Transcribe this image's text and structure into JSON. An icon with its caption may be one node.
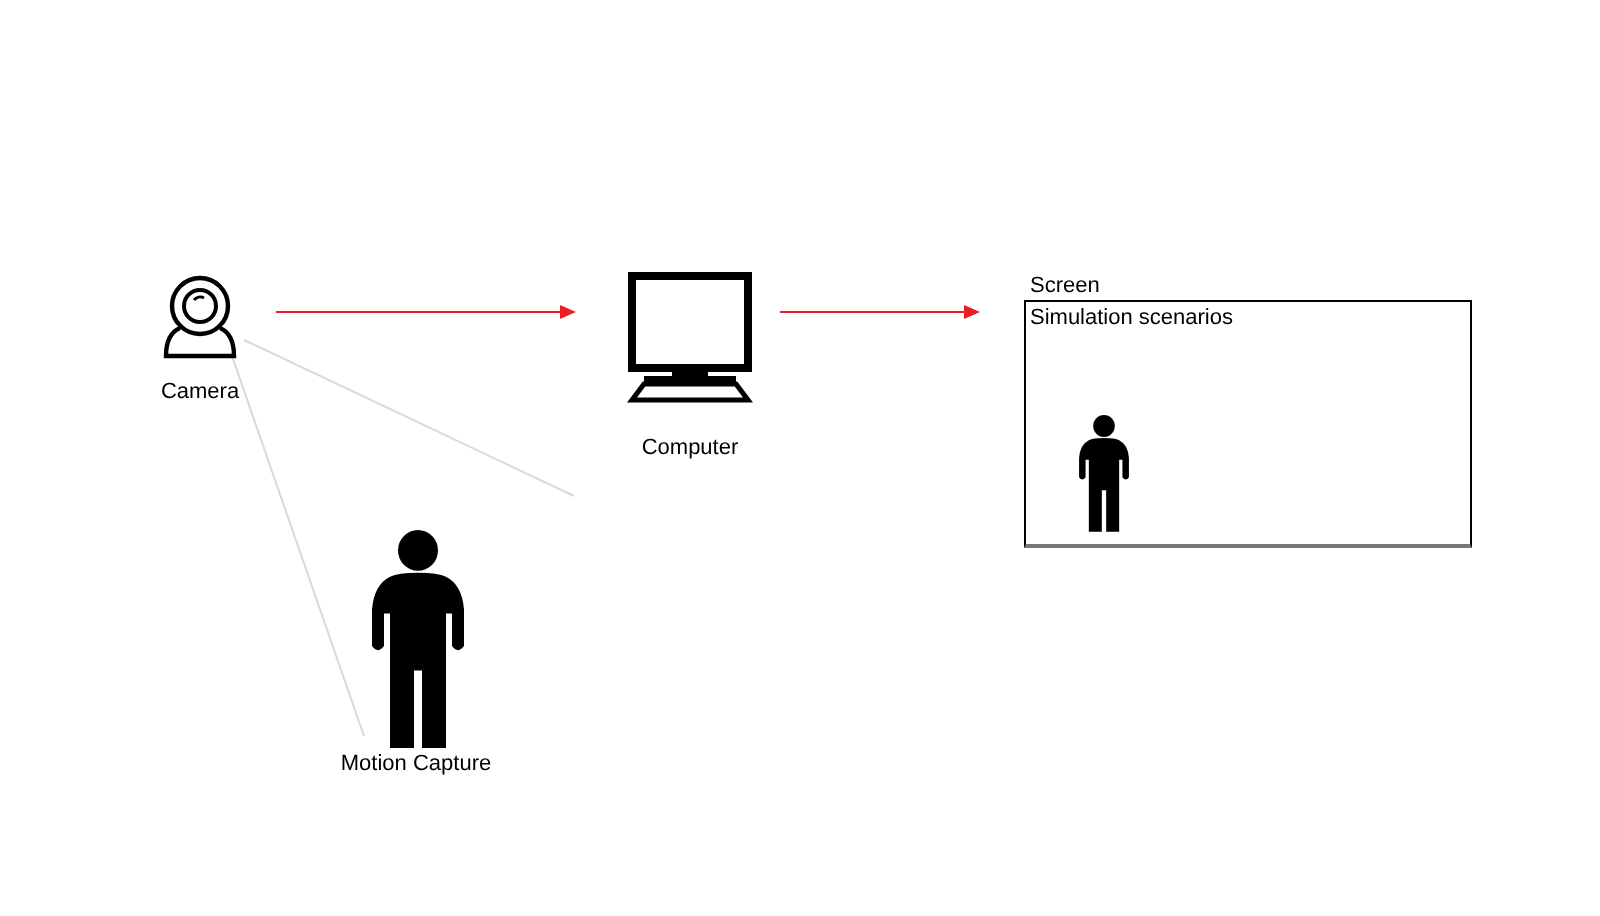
{
  "diagram": {
    "nodes": [
      {
        "text": [
          "Camera"
        ]
      },
      {
        "text": [
          "Computer"
        ]
      },
      {
        "text": [
          "Screen",
          "Simulation scenarios"
        ]
      },
      {
        "text": [],
        "shape": "person",
        "in": 2
      },
      {
        "text": [
          "Motion Capture"
        ]
      }
    ],
    "edges": [
      {
        "from": 0,
        "to": 1,
        "arrow": "to",
        "color": "#ee1c25"
      },
      {
        "from": 1,
        "to": 2,
        "arrow": "to",
        "color": "#ee1c25"
      },
      {
        "from": 0,
        "to": 4,
        "arrow": "none",
        "color": "#d9d9d9"
      },
      {
        "from": 0,
        "to": null,
        "arrow": "none",
        "color": "#d9d9d9"
      }
    ]
  }
}
